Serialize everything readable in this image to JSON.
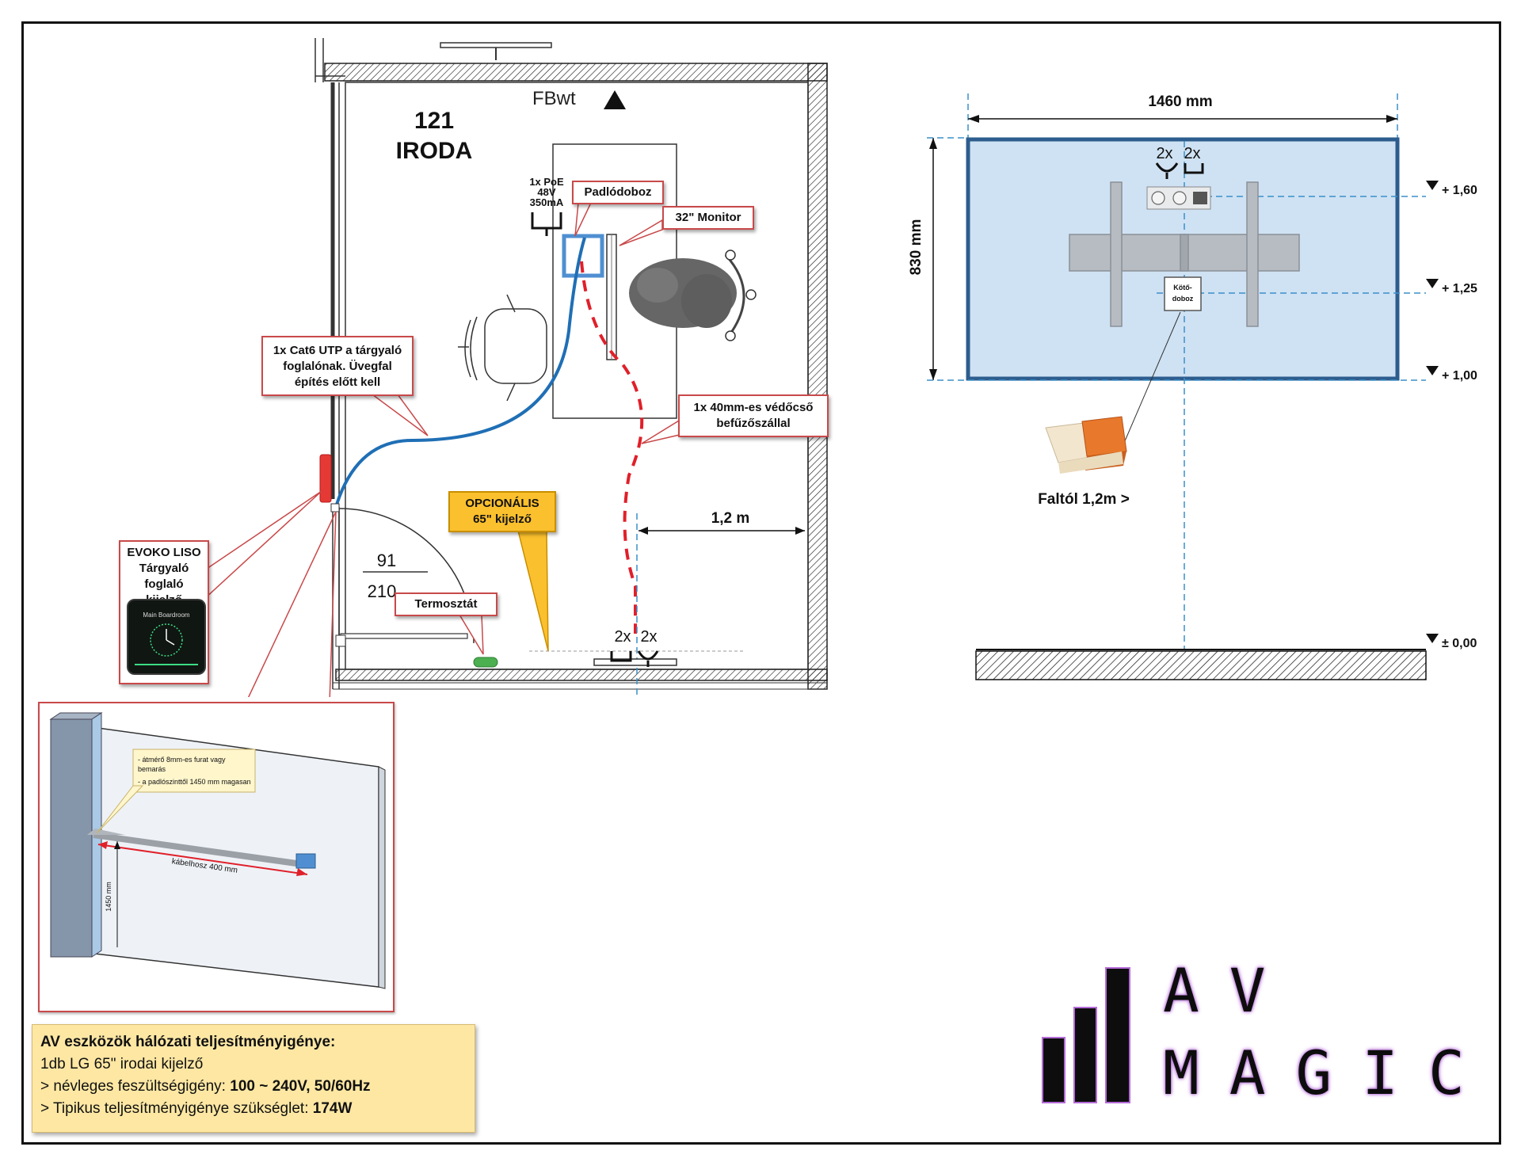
{
  "floorplan": {
    "room_number": "121",
    "room_name": "IRODA",
    "fbwt_label": "FBwt",
    "poe_label": "1x PoE\n48V\n350mA",
    "callout_padlodoboz": "Padlódoboz",
    "callout_monitor": "32\" Monitor",
    "callout_cat6": "1x Cat6 UTP a tárgyaló\nfoglalónak. Üvegfal\népítés előtt kell",
    "callout_conduit": "1x 40mm-es védőcső\nbefűzőszállal",
    "callout_optional": "OPCIONÁLIS\n65\" kijelző",
    "callout_thermostat": "Termosztát",
    "callout_evoko": "EVOKO LISO\nTárgyaló\nfoglaló kijelző",
    "evoko_screen_title": "Main Boardroom",
    "door_num_top": "91",
    "door_num_bottom": "210",
    "dim_1_2m": "1,2 m",
    "socket_left": "2x",
    "socket_right": "2x"
  },
  "detail_box": {
    "note_line1": "- átmérő 8mm-es furat vagy",
    "note_line2": "bemarás",
    "note_line3": "- a padlószinttől 1450 mm magasan",
    "cable_label": "kábelhosz 400 mm",
    "height_label": "1450 mm"
  },
  "elevation": {
    "width_dim": "1460 mm",
    "height_dim": "830 mm",
    "socket_left": "2x",
    "socket_right": "2x",
    "junction_box": "Kötő-\ndoboz",
    "level_1": "+ 1,60",
    "level_2": "+ 1,25",
    "level_3": "+ 1,00",
    "level_0": "± 0,00",
    "distance_label": "Faltól 1,2m >"
  },
  "info": {
    "title": "AV eszközök hálózati teljesítményigénye:",
    "line1": "1db LG 65\" irodai kijelző",
    "line2_prefix": "> névleges feszültségigény: ",
    "line2_value": "100 ~ 240V, 50/60Hz",
    "line3_prefix": "> Tipikus teljesítményigénye szükséglet: ",
    "line3_value": "174W"
  },
  "logo": {
    "line1": "AV",
    "line2": "MAGIC",
    "glow_color": "#b56bd8"
  },
  "colors": {
    "cable_blue": "#1f6fb5",
    "conduit_red": "#e0202a",
    "callout_border": "#c9494a",
    "optional_yellow": "#fbc02d",
    "elevation_fill": "#cfe2f3",
    "elevation_border": "#2d5d8e",
    "axis_dash": "#3b8fc9"
  }
}
